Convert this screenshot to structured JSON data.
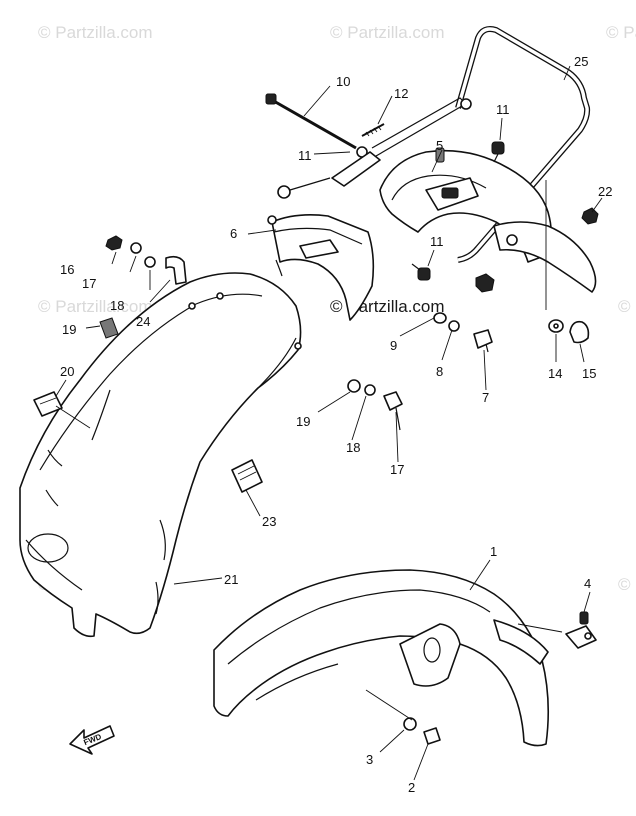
{
  "watermark": {
    "text": "© Partzilla.com",
    "center_text": "© Partzilla.com"
  },
  "fwd_label": "FWD",
  "callouts": [
    {
      "id": "c1",
      "label": "1"
    },
    {
      "id": "c2",
      "label": "2"
    },
    {
      "id": "c3",
      "label": "3"
    },
    {
      "id": "c4",
      "label": "4"
    },
    {
      "id": "c5",
      "label": "5"
    },
    {
      "id": "c6",
      "label": "6"
    },
    {
      "id": "c7",
      "label": "7"
    },
    {
      "id": "c8",
      "label": "8"
    },
    {
      "id": "c9",
      "label": "9"
    },
    {
      "id": "c10",
      "label": "10"
    },
    {
      "id": "c11a",
      "label": "11"
    },
    {
      "id": "c11b",
      "label": "11"
    },
    {
      "id": "c11c",
      "label": "11"
    },
    {
      "id": "c12",
      "label": "12"
    },
    {
      "id": "c14",
      "label": "14"
    },
    {
      "id": "c15",
      "label": "15"
    },
    {
      "id": "c16",
      "label": "16"
    },
    {
      "id": "c17a",
      "label": "17"
    },
    {
      "id": "c17b",
      "label": "17"
    },
    {
      "id": "c18a",
      "label": "18"
    },
    {
      "id": "c18b",
      "label": "18"
    },
    {
      "id": "c19a",
      "label": "19"
    },
    {
      "id": "c19b",
      "label": "19"
    },
    {
      "id": "c20",
      "label": "20"
    },
    {
      "id": "c21",
      "label": "21"
    },
    {
      "id": "c22",
      "label": "22"
    },
    {
      "id": "c23",
      "label": "23"
    },
    {
      "id": "c24",
      "label": "24"
    },
    {
      "id": "c25",
      "label": "25"
    }
  ]
}
